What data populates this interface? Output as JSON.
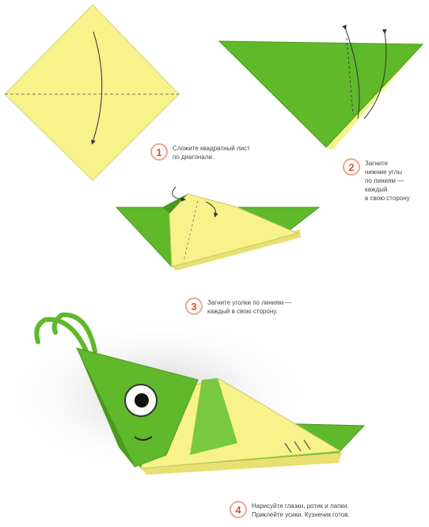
{
  "colors": {
    "paper_yellow": "#f7f28a",
    "paper_green": "#5fb92a",
    "badge_border": "#f2a58a",
    "badge_text": "#d8562e"
  },
  "steps": [
    {
      "number": "1",
      "lines": [
        "Сложите квадратный лист",
        "по диагонали."
      ]
    },
    {
      "number": "2",
      "lines": [
        "Загните",
        "нижние углы",
        "по линиям —",
        "каждый",
        "в свою сторону"
      ]
    },
    {
      "number": "3",
      "lines": [
        "Загните уголки по линиям —",
        "каждый в свою сторону."
      ]
    },
    {
      "number": "4",
      "lines": [
        "Нарисуйте глазки, ротик и лапки.",
        "Приклейте усики. Кузнечик готов."
      ]
    }
  ]
}
